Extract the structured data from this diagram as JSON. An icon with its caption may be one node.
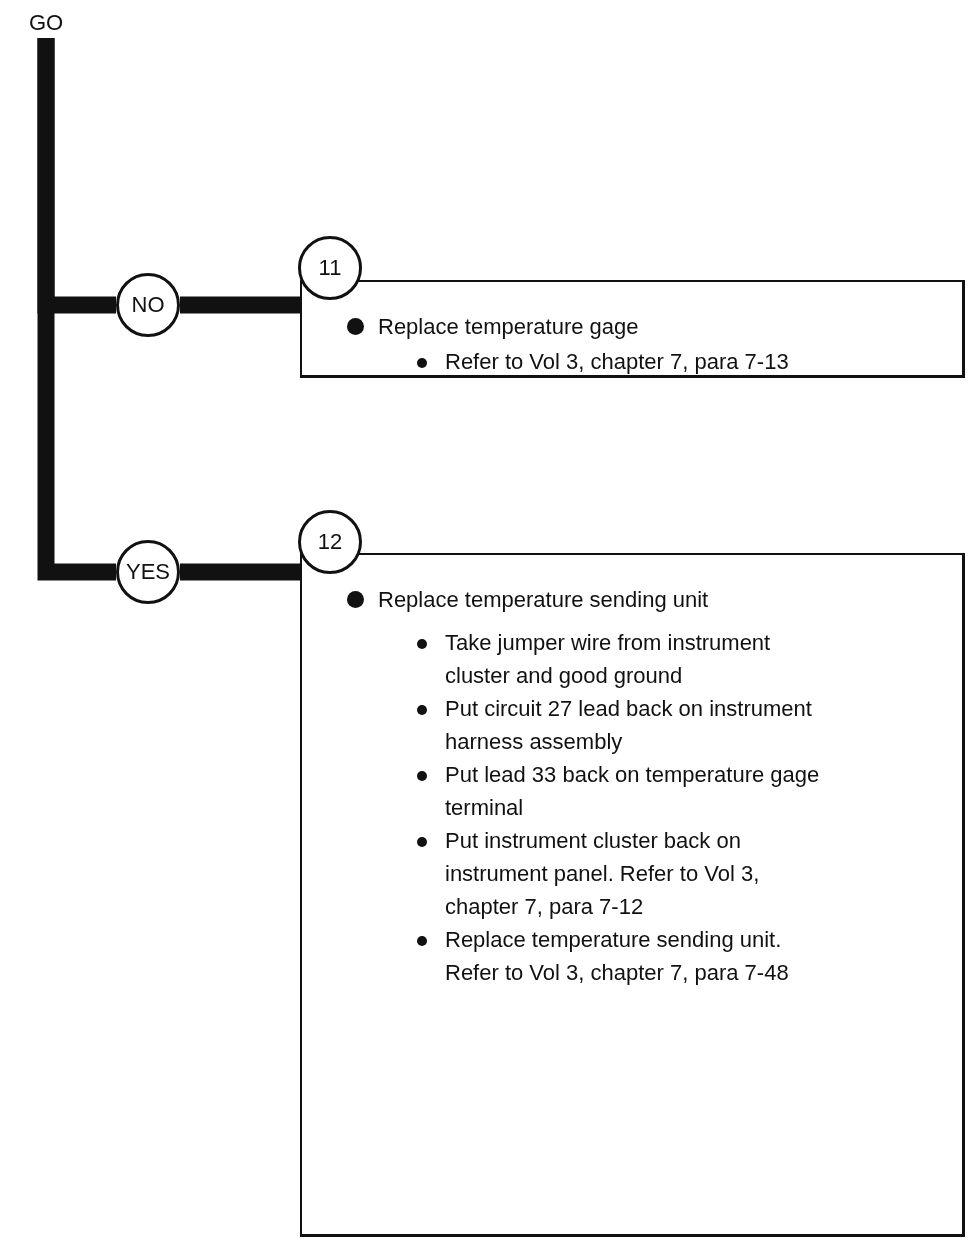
{
  "diagram": {
    "nodes": [
      {
        "text": [
          "GO"
        ]
      },
      {
        "text": [
          "NO"
        ]
      },
      {
        "text": [
          "11"
        ]
      },
      {
        "text": [
          "Replace temperature gage",
          "Refer to Vol 3, chapter 7, para 7-13"
        ]
      },
      {
        "text": [
          "YES"
        ]
      },
      {
        "text": [
          "12"
        ]
      },
      {
        "text": [
          "Replace temperature sending unit",
          "Take jumper wire from instrument cluster and good ground",
          "Put circuit 27 lead back on instrument harness assembly",
          "Put lead 33 back on temperature gage terminal",
          "Put instrument cluster back on instrument panel. Refer to Vol 3, chapter 7, para 7-12",
          "Replace temperature sending unit. Refer to Vol 3, chapter 7, para 7-48"
        ]
      }
    ],
    "edges": [
      {
        "from": 0,
        "to": 1,
        "arrow": "none"
      },
      {
        "from": 1,
        "to": 3,
        "arrow": "none"
      },
      {
        "from": 0,
        "to": 4,
        "arrow": "none"
      },
      {
        "from": 4,
        "to": 6,
        "arrow": "none"
      }
    ]
  }
}
